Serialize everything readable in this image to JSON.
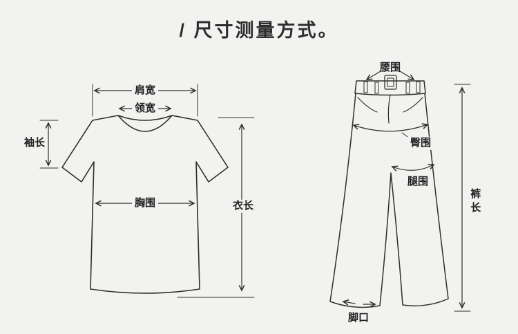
{
  "page": {
    "title": "/ 尺寸测量方式。",
    "background_color": "#f2f2f0",
    "line_color": "#2e2e2e"
  },
  "tshirt": {
    "labels": {
      "shoulder_width": "肩宽",
      "collar_width": "领宽",
      "sleeve_length": "袖长",
      "chest": "胸围",
      "garment_length": "衣长"
    }
  },
  "pants": {
    "labels": {
      "waist": "腰围",
      "hip": "臀围",
      "thigh": "腿围",
      "pants_length": "裤长",
      "leg_opening": "脚口"
    }
  }
}
